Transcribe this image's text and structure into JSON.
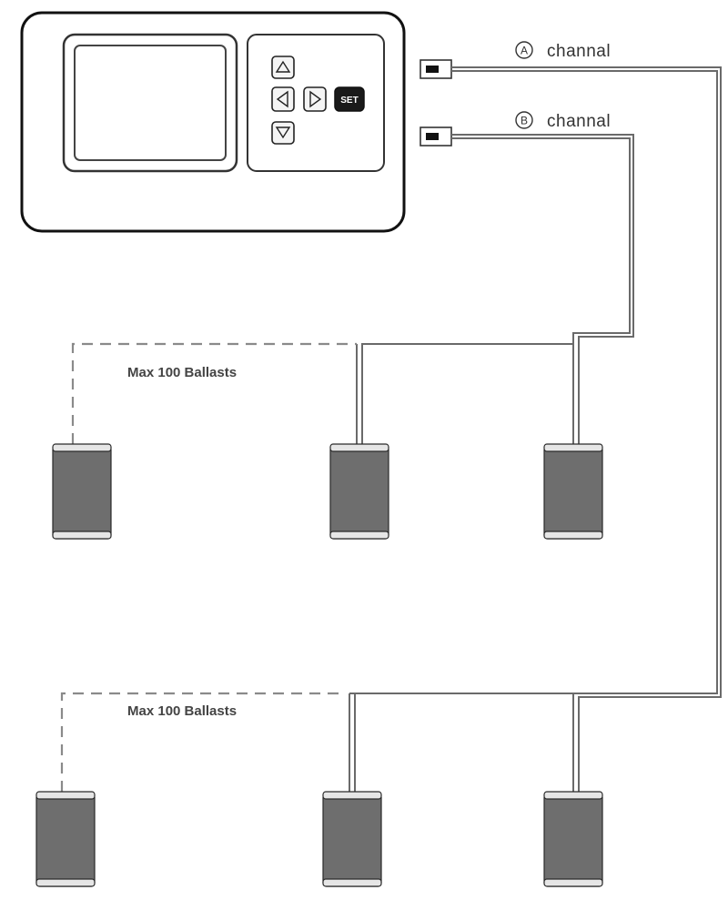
{
  "controller": {
    "channel_a_symbol": "A",
    "channel_b_symbol": "B",
    "channel_label": "channal",
    "set_button_label": "SET"
  },
  "groups": [
    {
      "label": "Max 100 Ballasts"
    },
    {
      "label": "Max 100 Ballasts"
    }
  ],
  "icons": {
    "up": "arrow-up-icon",
    "down": "arrow-down-icon",
    "left": "arrow-left-icon",
    "right": "arrow-right-icon"
  }
}
